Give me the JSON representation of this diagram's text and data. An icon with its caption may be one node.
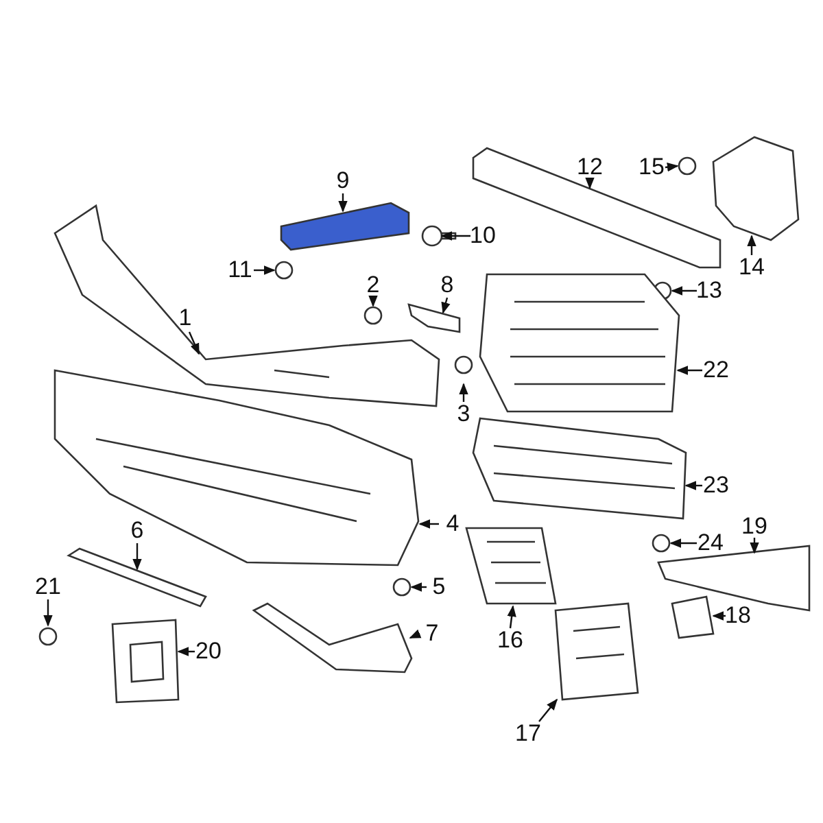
{
  "diagram": {
    "nodes": [
      {
        "text": [
          "1"
        ]
      },
      {
        "text": [
          "2"
        ]
      },
      {
        "text": [
          "3"
        ]
      },
      {
        "text": [
          "4"
        ]
      },
      {
        "text": [
          "5"
        ]
      },
      {
        "text": [
          "6"
        ]
      },
      {
        "text": [
          "7"
        ]
      },
      {
        "text": [
          "8"
        ]
      },
      {
        "text": [
          "9"
        ]
      },
      {
        "text": [
          "10"
        ]
      },
      {
        "text": [
          "11"
        ]
      },
      {
        "text": [
          "12"
        ]
      },
      {
        "text": [
          "13"
        ]
      },
      {
        "text": [
          "14"
        ]
      },
      {
        "text": [
          "15"
        ]
      },
      {
        "text": [
          "16"
        ]
      },
      {
        "text": [
          "17"
        ]
      },
      {
        "text": [
          "18"
        ]
      },
      {
        "text": [
          "19"
        ]
      },
      {
        "text": [
          "20"
        ]
      },
      {
        "text": [
          "21"
        ]
      },
      {
        "text": [
          "22"
        ]
      },
      {
        "text": [
          "23"
        ]
      },
      {
        "text": [
          "24"
        ]
      },
      {
        "text": [],
        "shape": "picture"
      },
      {
        "text": [],
        "shape": "circle"
      },
      {
        "text": [],
        "shape": "circle"
      },
      {
        "text": [],
        "shape": "picture"
      },
      {
        "text": [],
        "shape": "circle"
      },
      {
        "text": [],
        "shape": "picture"
      },
      {
        "text": [],
        "shape": "picture"
      },
      {
        "text": [],
        "shape": "picture"
      },
      {
        "text": [],
        "shape": "picture"
      },
      {
        "text": [],
        "shape": "picture"
      },
      {
        "text": [],
        "shape": "circle"
      },
      {
        "text": [],
        "shape": "picture"
      },
      {
        "text": [],
        "shape": "circle"
      },
      {
        "text": [],
        "shape": "picture"
      },
      {
        "text": [],
        "shape": "circle"
      },
      {
        "text": [],
        "shape": "picture"
      },
      {
        "text": [],
        "shape": "picture"
      },
      {
        "text": [],
        "shape": "picture"
      },
      {
        "text": [],
        "shape": "picture"
      },
      {
        "text": [],
        "shape": "picture"
      },
      {
        "text": [],
        "shape": "circle"
      },
      {
        "text": [],
        "shape": "picture"
      },
      {
        "text": [],
        "shape": "picture"
      },
      {
        "text": [],
        "shape": "circle"
      }
    ],
    "edges": [
      {
        "from": 0,
        "to": 24,
        "arrow": "to"
      },
      {
        "from": 1,
        "to": 25,
        "arrow": "to"
      },
      {
        "from": 2,
        "to": 26,
        "arrow": "to"
      },
      {
        "from": 3,
        "to": 27,
        "arrow": "to"
      },
      {
        "from": 4,
        "to": 28,
        "arrow": "to"
      },
      {
        "from": 5,
        "to": 29,
        "arrow": "to"
      },
      {
        "from": 6,
        "to": 30,
        "arrow": "to"
      },
      {
        "from": 7,
        "to": 31,
        "arrow": "to"
      },
      {
        "from": 8,
        "to": 32,
        "arrow": "to"
      },
      {
        "from": 9,
        "to": 33,
        "arrow": "to"
      },
      {
        "from": 10,
        "to": 34,
        "arrow": "to"
      },
      {
        "from": 11,
        "to": 35,
        "arrow": "to"
      },
      {
        "from": 12,
        "to": 36,
        "arrow": "to"
      },
      {
        "from": 13,
        "to": 37,
        "arrow": "to"
      },
      {
        "from": 14,
        "to": 38,
        "arrow": "to"
      },
      {
        "from": 15,
        "to": 39,
        "arrow": "to"
      },
      {
        "from": 16,
        "to": 40,
        "arrow": "to"
      },
      {
        "from": 17,
        "to": 41,
        "arrow": "to"
      },
      {
        "from": 18,
        "to": 42,
        "arrow": "to"
      },
      {
        "from": 19,
        "to": 43,
        "arrow": "to"
      },
      {
        "from": 20,
        "to": 44,
        "arrow": "to"
      },
      {
        "from": 21,
        "to": 45,
        "arrow": "to"
      },
      {
        "from": 22,
        "to": 46,
        "arrow": "to"
      },
      {
        "from": 23,
        "to": 47,
        "arrow": "to"
      }
    ]
  }
}
